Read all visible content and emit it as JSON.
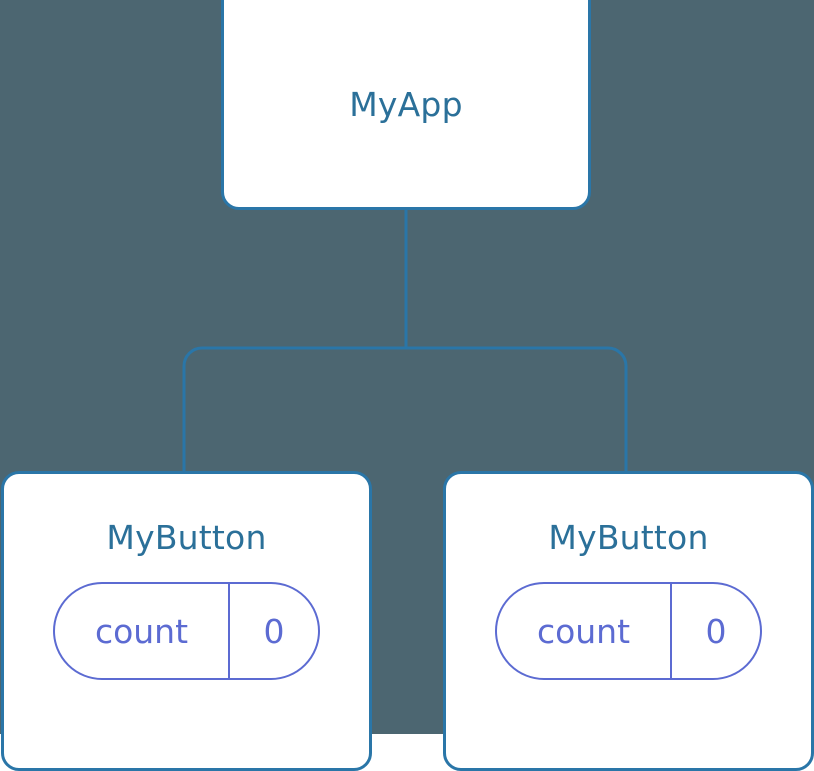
{
  "canvas": {
    "background_color": "#4c6671",
    "node_fill_color": "#ffffff",
    "node_border_color": "#2a76a8",
    "node_title_color": "#2b7099",
    "connector_color": "#2a76a8",
    "state_accent_color": "#5c6bd2"
  },
  "diagram": {
    "type": "component-tree",
    "root": {
      "title": "MyApp"
    },
    "children": [
      {
        "title": "MyButton",
        "state": {
          "key": "count",
          "value": "0"
        }
      },
      {
        "title": "MyButton",
        "state": {
          "key": "count",
          "value": "0"
        }
      }
    ]
  }
}
